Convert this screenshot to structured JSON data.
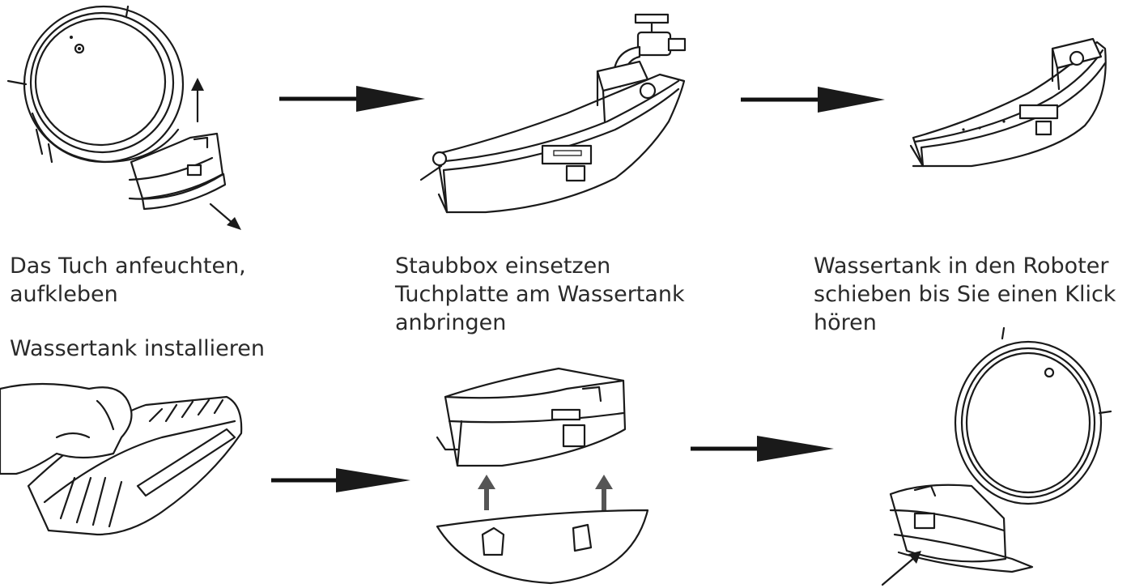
{
  "captions": {
    "step1": [
      "Das Tuch anfeuchten,",
      "aufkleben"
    ],
    "step1b": [
      "Wassertank installieren"
    ],
    "step2": [
      "Staubbox einsetzen",
      "Tuchplatte am Wassertank",
      "anbringen"
    ],
    "step3": [
      "Wassertank in den Roboter",
      "schieben bis Sie einen Klick",
      "hören"
    ]
  },
  "colors": {
    "line": "#1a1a1a",
    "fill": "#ffffff",
    "text": "#2a2a2a",
    "arrow": "#111111",
    "small_arrow": "#555555"
  }
}
